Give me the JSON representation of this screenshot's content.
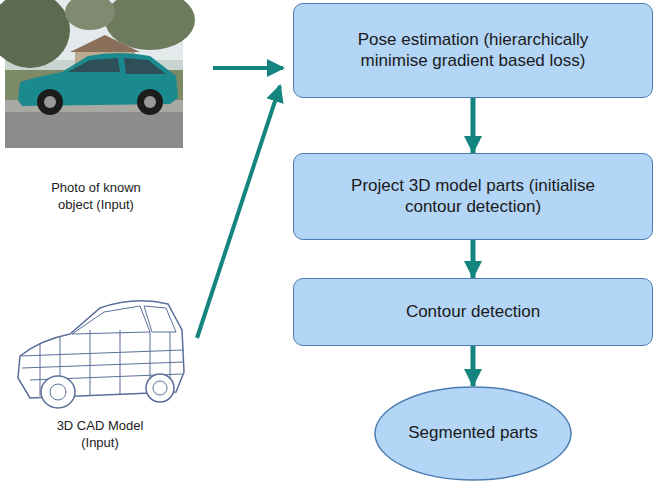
{
  "diagram": {
    "nodes": [
      {
        "text": [
          "Pose estimation (hierarchically minimise gradient based loss)"
        ]
      },
      {
        "text": [
          "Project 3D model parts (initialise contour detection)"
        ]
      },
      {
        "text": [
          "Contour detection"
        ]
      },
      {
        "text": [
          "Segmented parts"
        ]
      }
    ],
    "edges": [
      {
        "from": 0,
        "to": 1,
        "arrow": "to"
      },
      {
        "from": 1,
        "to": 2,
        "arrow": "to"
      },
      {
        "from": 2,
        "to": 3,
        "arrow": "to"
      }
    ],
    "labels": [
      "Photo of known object (Input)",
      "3D CAD Model (Input)"
    ]
  }
}
